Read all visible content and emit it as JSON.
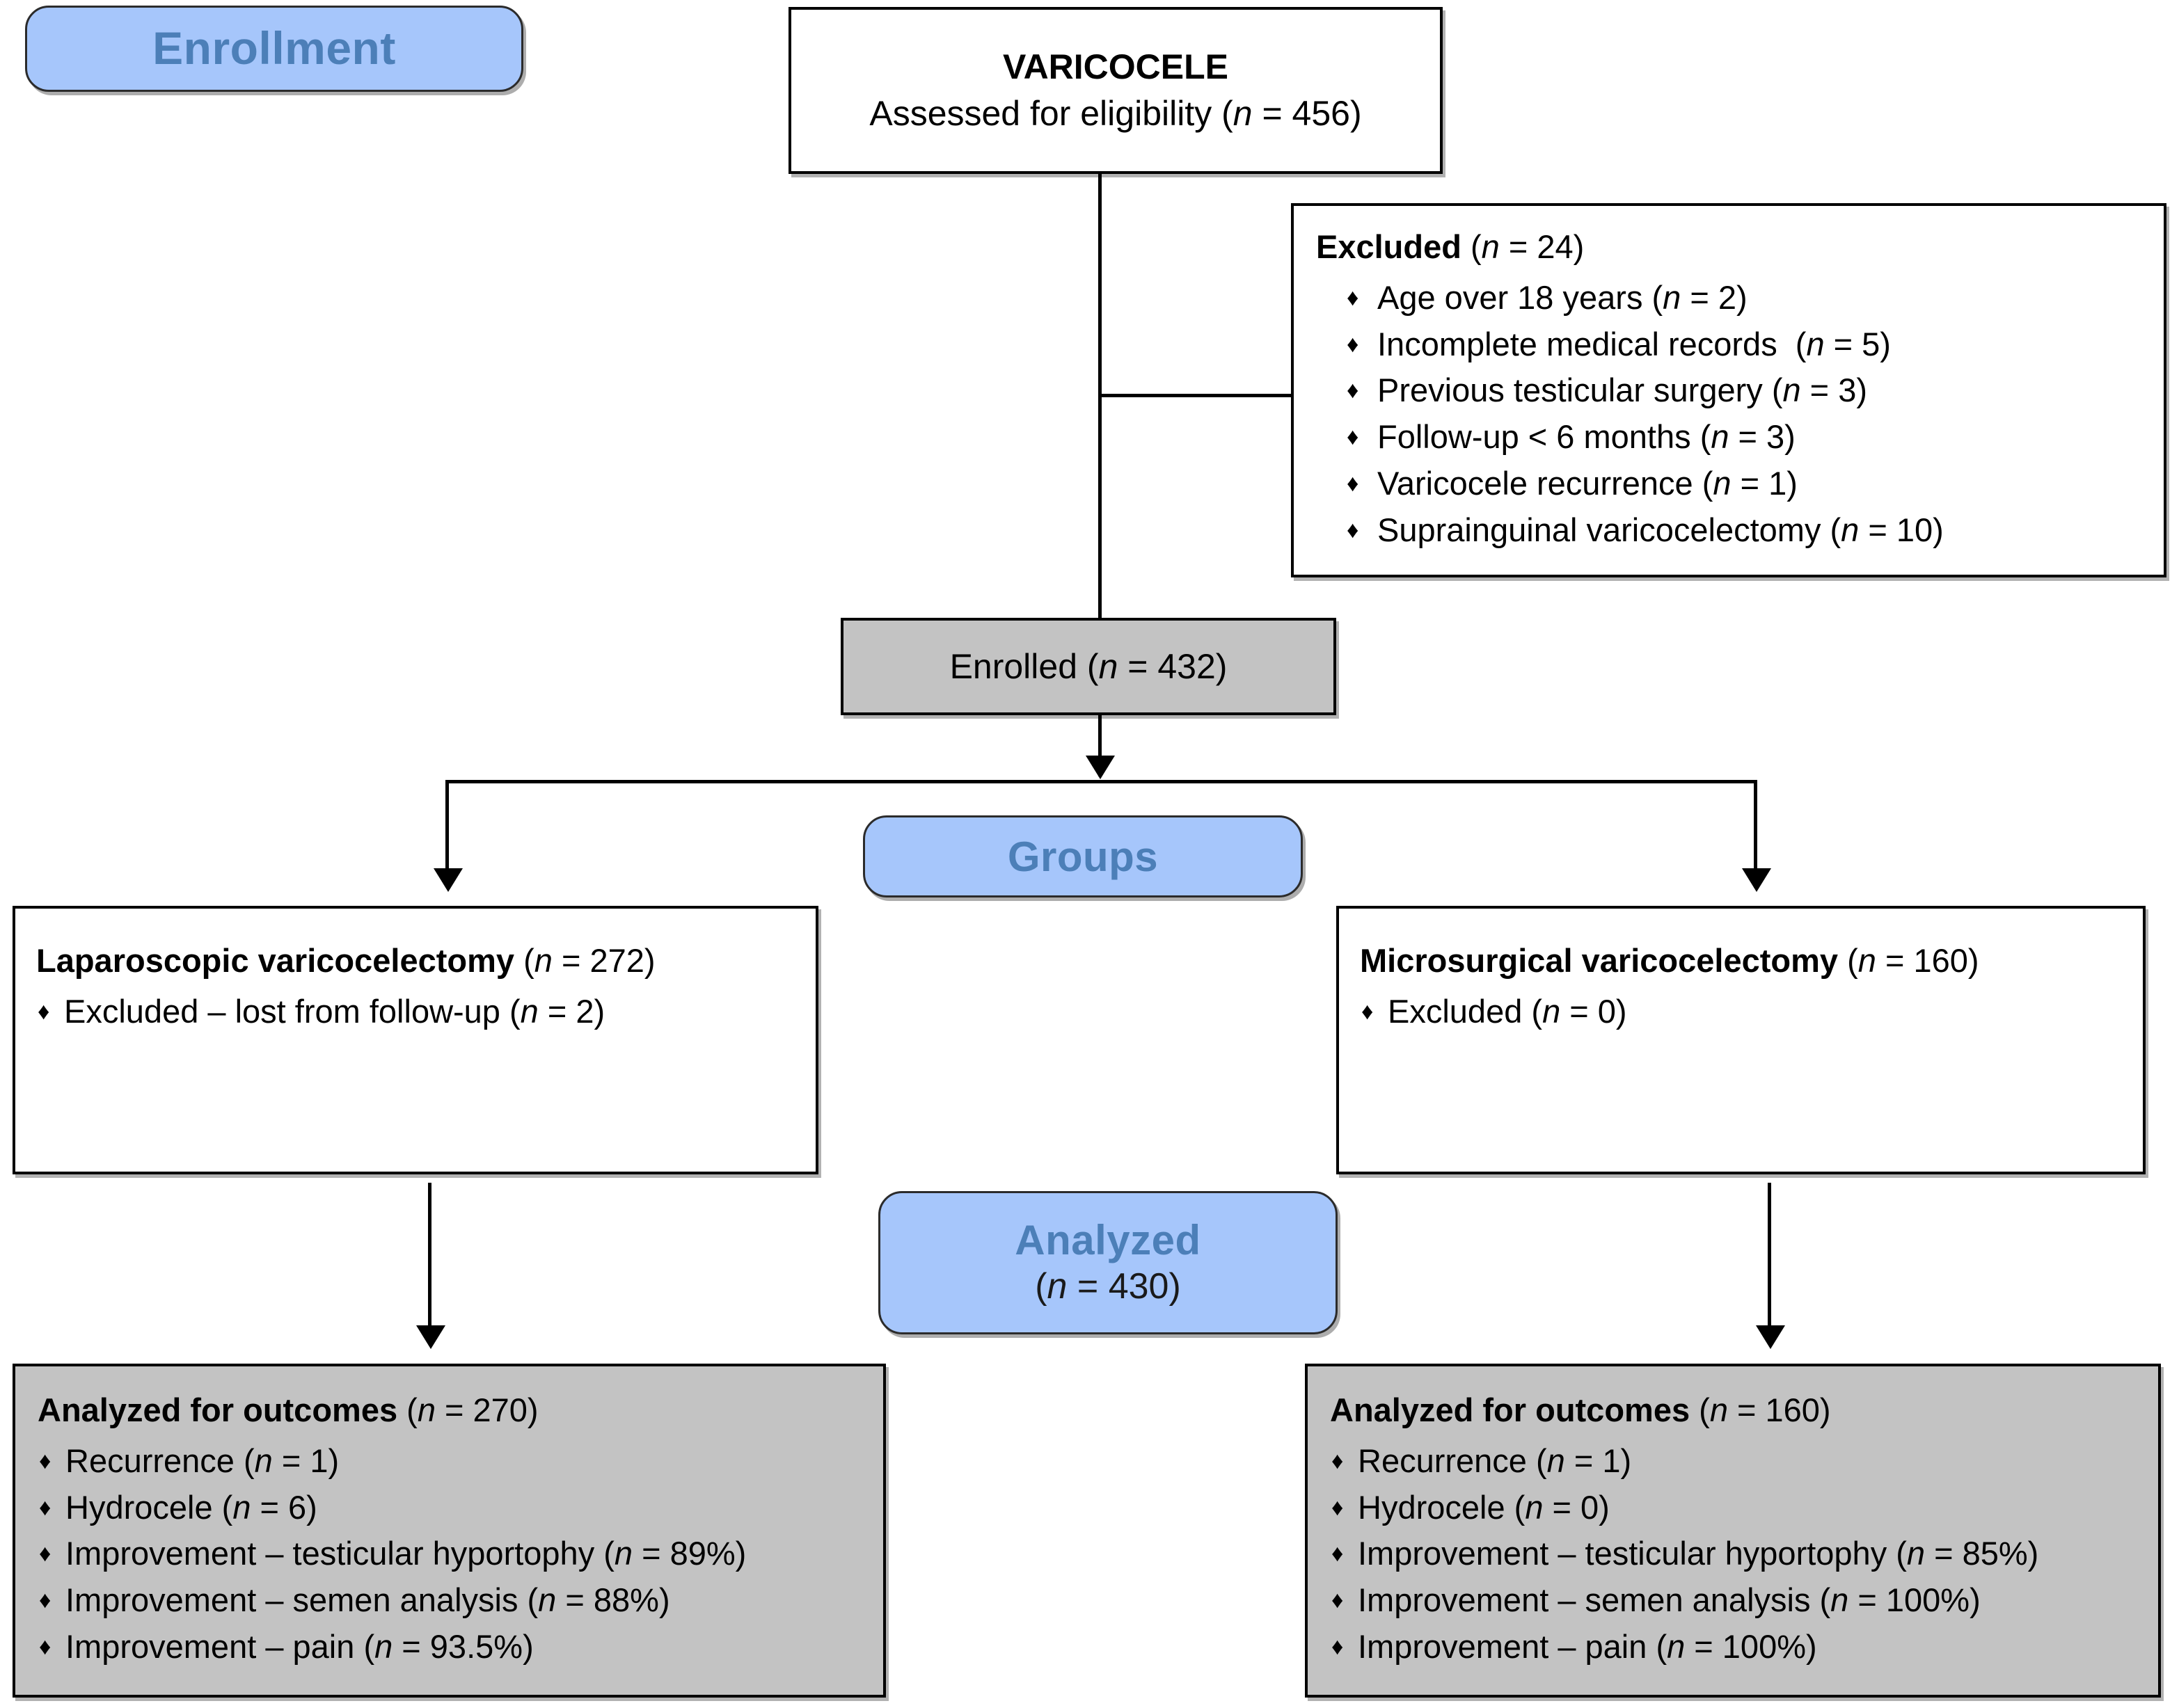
{
  "diagram": {
    "title": "CONSORT-style participant flow diagram for varicocele study",
    "colors": {
      "stage_fill": "#A6C6FB",
      "stage_text": "#4C7FB8",
      "result_fill": "#C3C3C3",
      "box_fill": "#FFFFFF",
      "stroke": "#000000"
    }
  },
  "stages": {
    "enrollment": {
      "label": "Enrollment"
    },
    "groups": {
      "label": "Groups"
    },
    "analyzed": {
      "label": "Analyzed",
      "sub": "(n = 430)"
    }
  },
  "assessed": {
    "title": "VARICOCELE",
    "subtitle_prefix": "Assessed for eligibility (",
    "subtitle_n": "n",
    "subtitle_suffix": " = 456)",
    "n": 456
  },
  "excluded": {
    "heading_bold": "Excluded",
    "heading_rest": " (n = 24)",
    "total_n": 24,
    "reasons": [
      {
        "text": "Age over 18 years (n = 2)",
        "n": 2
      },
      {
        "text": "Incomplete medical records  (n = 5)",
        "n": 5
      },
      {
        "text": "Previous testicular surgery (n = 3)",
        "n": 3
      },
      {
        "text": "Follow-up < 6 months (n = 3)",
        "n": 3
      },
      {
        "text": "Varicocele recurrence (n = 1)",
        "n": 1
      },
      {
        "text": "Suprainguinal varicocelectomy (n = 10)",
        "n": 10
      }
    ]
  },
  "enrolled": {
    "label": "Enrolled (n = 432)",
    "n": 432
  },
  "arms": {
    "left": {
      "heading_bold": "Laparoscopic varicocelectomy",
      "heading_rest": " (n = 272)",
      "n": 272,
      "bullets": [
        {
          "text": "Excluded – lost from follow-up (n = 2)",
          "n": 2
        }
      ]
    },
    "right": {
      "heading_bold": "Microsurgical varicocelectomy",
      "heading_rest": " (n = 160)",
      "n": 160,
      "bullets": [
        {
          "text": "Excluded (n = 0)",
          "n": 0
        }
      ]
    }
  },
  "outcomes": {
    "left": {
      "heading_bold": "Analyzed for outcomes",
      "heading_rest": " (n = 270)",
      "n": 270,
      "bullets": [
        {
          "text": "Recurrence (n = 1)",
          "value": 1
        },
        {
          "text": "Hydrocele (n = 6)",
          "value": 6
        },
        {
          "text": "Improvement – testicular hyportophy (n = 89%)",
          "value": "89%"
        },
        {
          "text": "Improvement – semen analysis (n = 88%)",
          "value": "88%"
        },
        {
          "text": "Improvement – pain (n = 93.5%)",
          "value": "93.5%"
        }
      ]
    },
    "right": {
      "heading_bold": "Analyzed for outcomes",
      "heading_rest": " (n = 160)",
      "n": 160,
      "bullets": [
        {
          "text": "Recurrence (n = 1)",
          "value": 1
        },
        {
          "text": "Hydrocele (n = 0)",
          "value": 0
        },
        {
          "text": "Improvement – testicular hyportophy (n = 85%)",
          "value": "85%"
        },
        {
          "text": "Improvement – semen analysis (n = 100%)",
          "value": "100%"
        },
        {
          "text": "Improvement – pain (n = 100%)",
          "value": "100%"
        }
      ]
    }
  }
}
